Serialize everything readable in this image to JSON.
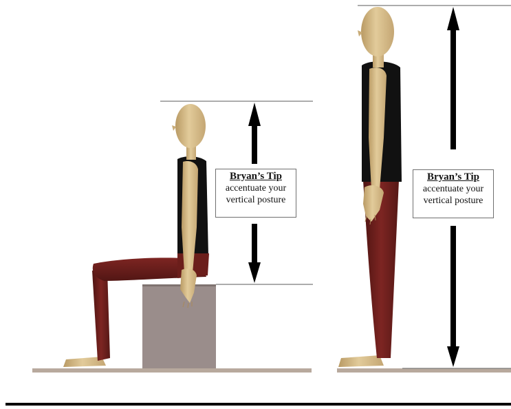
{
  "tips": {
    "seated": {
      "title": "Bryan’s Tip",
      "line1": "accentuate your",
      "line2": "vertical posture"
    },
    "standing": {
      "title": "Bryan’s Tip",
      "line1": "accentuate your",
      "line2": "vertical posture"
    }
  },
  "colors": {
    "skin": "#d9bf8c",
    "shirt": "#111111",
    "pants": "#6e1f1c",
    "box": "#9a8d8b",
    "floor": "#b8a99d",
    "arrow": "#000000",
    "guide_line": "#7a7a7a"
  }
}
